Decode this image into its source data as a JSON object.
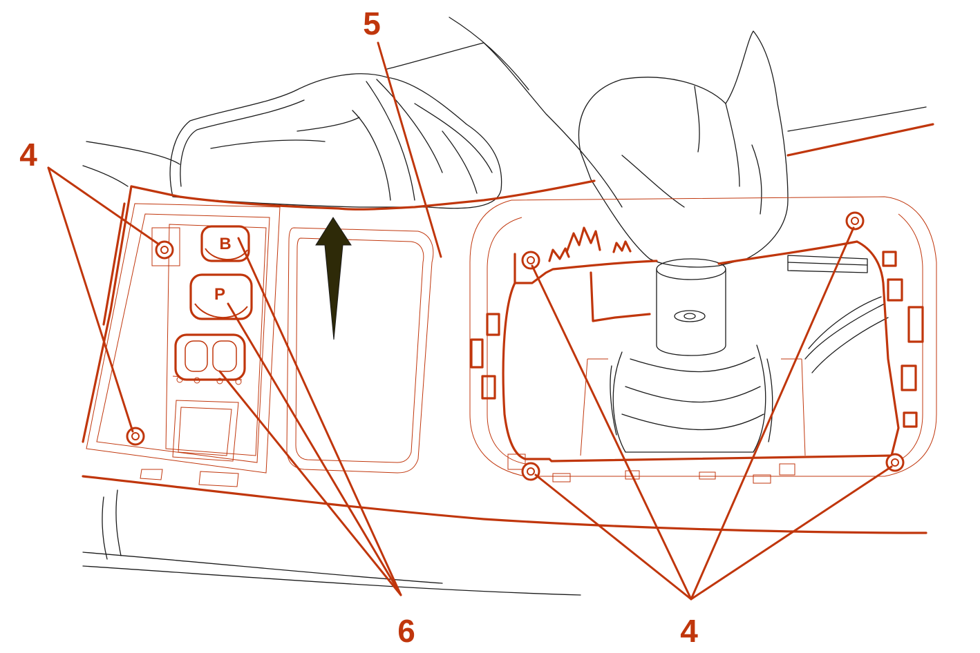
{
  "colors": {
    "accent": "#c0360c",
    "line": "#1a1a1a",
    "arrow_fill": "#2e2a08"
  },
  "callouts": {
    "screws_left": "4",
    "trim_panel": "5",
    "buttons": "6",
    "screws_right": "4"
  },
  "buttons": {
    "b_label": "B",
    "p_label": "P"
  }
}
